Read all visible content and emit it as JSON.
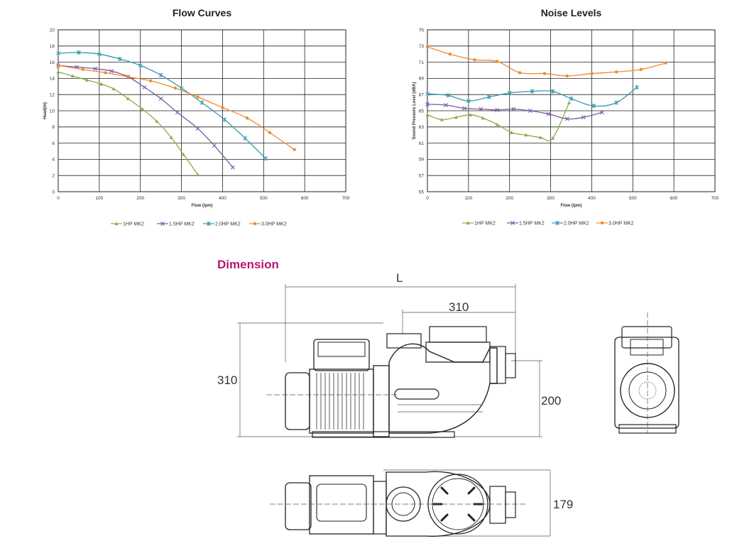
{
  "chart_data": [
    {
      "type": "line",
      "title": "Flow Curves",
      "xlabel": "Flow (lpm)",
      "ylabel": "Head(m)",
      "xlim": [
        0,
        700
      ],
      "ylim": [
        0,
        20
      ],
      "xticks": [
        0,
        100,
        200,
        300,
        400,
        500,
        600,
        700
      ],
      "yticks": [
        0,
        2,
        4,
        6,
        8,
        10,
        12,
        14,
        16,
        18,
        20
      ],
      "grid": true,
      "legend": "bottom",
      "series": [
        {
          "name": "1HP MK2",
          "color": "#8aab4a",
          "marker": "triangle",
          "x": [
            0,
            35,
            70,
            105,
            135,
            170,
            205,
            240,
            275,
            305,
            340
          ],
          "y": [
            14.8,
            14.3,
            13.8,
            13.3,
            12.7,
            11.5,
            10.2,
            8.7,
            6.7,
            4.6,
            2.1
          ]
        },
        {
          "name": "1.5HP MK2",
          "color": "#7b5aa6",
          "marker": "x",
          "x": [
            0,
            45,
            90,
            130,
            170,
            210,
            250,
            290,
            340,
            380,
            425
          ],
          "y": [
            15.6,
            15.4,
            15.2,
            14.9,
            14.2,
            12.9,
            11.5,
            9.8,
            7.8,
            5.7,
            3.0
          ]
        },
        {
          "name": "2.0HP MK2",
          "color": "#3598b0",
          "marker": "asterisk",
          "x": [
            0,
            50,
            100,
            150,
            200,
            250,
            300,
            350,
            405,
            455,
            505
          ],
          "y": [
            17.1,
            17.2,
            17.0,
            16.4,
            15.6,
            14.4,
            12.8,
            11.0,
            8.9,
            6.6,
            4.1
          ]
        },
        {
          "name": "3.0HP MK2",
          "color": "#f08a2c",
          "marker": "circle",
          "x": [
            0,
            60,
            115,
            170,
            225,
            285,
            340,
            400,
            460,
            515,
            575
          ],
          "y": [
            15.6,
            15.1,
            14.7,
            14.2,
            13.7,
            12.8,
            11.7,
            10.4,
            9.1,
            7.3,
            5.2
          ]
        }
      ]
    },
    {
      "type": "line",
      "title": "Noise Levels",
      "xlabel": "Flow (lpm)",
      "ylabel": "Sound Pressure Level (dBA)",
      "xlim": [
        0,
        700
      ],
      "ylim": [
        55,
        75
      ],
      "xticks": [
        0,
        100,
        200,
        300,
        400,
        500,
        600,
        700
      ],
      "yticks": [
        55,
        57,
        59,
        61,
        63,
        65,
        67,
        69,
        71,
        73,
        75
      ],
      "grid": true,
      "legend": "bottom",
      "series": [
        {
          "name": "1HP MK2",
          "color": "#8aab4a",
          "marker": "triangle",
          "x": [
            0,
            35,
            70,
            105,
            135,
            170,
            205,
            240,
            275,
            305,
            345
          ],
          "y": [
            64.5,
            63.9,
            64.2,
            64.5,
            64.1,
            63.3,
            62.3,
            62.0,
            61.7,
            61.6,
            66.0
          ]
        },
        {
          "name": "1.5HP MK2",
          "color": "#7b5aa6",
          "marker": "x",
          "x": [
            0,
            45,
            90,
            130,
            170,
            210,
            250,
            295,
            340,
            380,
            425
          ],
          "y": [
            65.8,
            65.7,
            65.3,
            65.2,
            65.1,
            65.2,
            65.0,
            64.6,
            64.0,
            64.2,
            64.8
          ]
        },
        {
          "name": "2.0HP MK2",
          "color": "#3598b0",
          "marker": "asterisk",
          "x": [
            0,
            50,
            100,
            150,
            200,
            255,
            305,
            350,
            405,
            460,
            510
          ],
          "y": [
            67.1,
            66.9,
            66.2,
            66.7,
            67.2,
            67.4,
            67.4,
            66.5,
            65.6,
            66.0,
            67.9
          ]
        },
        {
          "name": "3.0HP MK2",
          "color": "#f08a2c",
          "marker": "circle",
          "x": [
            0,
            55,
            115,
            170,
            225,
            285,
            340,
            400,
            460,
            520,
            580
          ],
          "y": [
            72.9,
            72.0,
            71.3,
            71.1,
            69.7,
            69.6,
            69.3,
            69.6,
            69.8,
            70.1,
            70.9
          ]
        }
      ]
    }
  ],
  "dimension": {
    "title": "Dimension",
    "label_L": "L",
    "label_310_top": "310",
    "label_310_left": "310",
    "label_200": "200",
    "label_179": "179"
  }
}
